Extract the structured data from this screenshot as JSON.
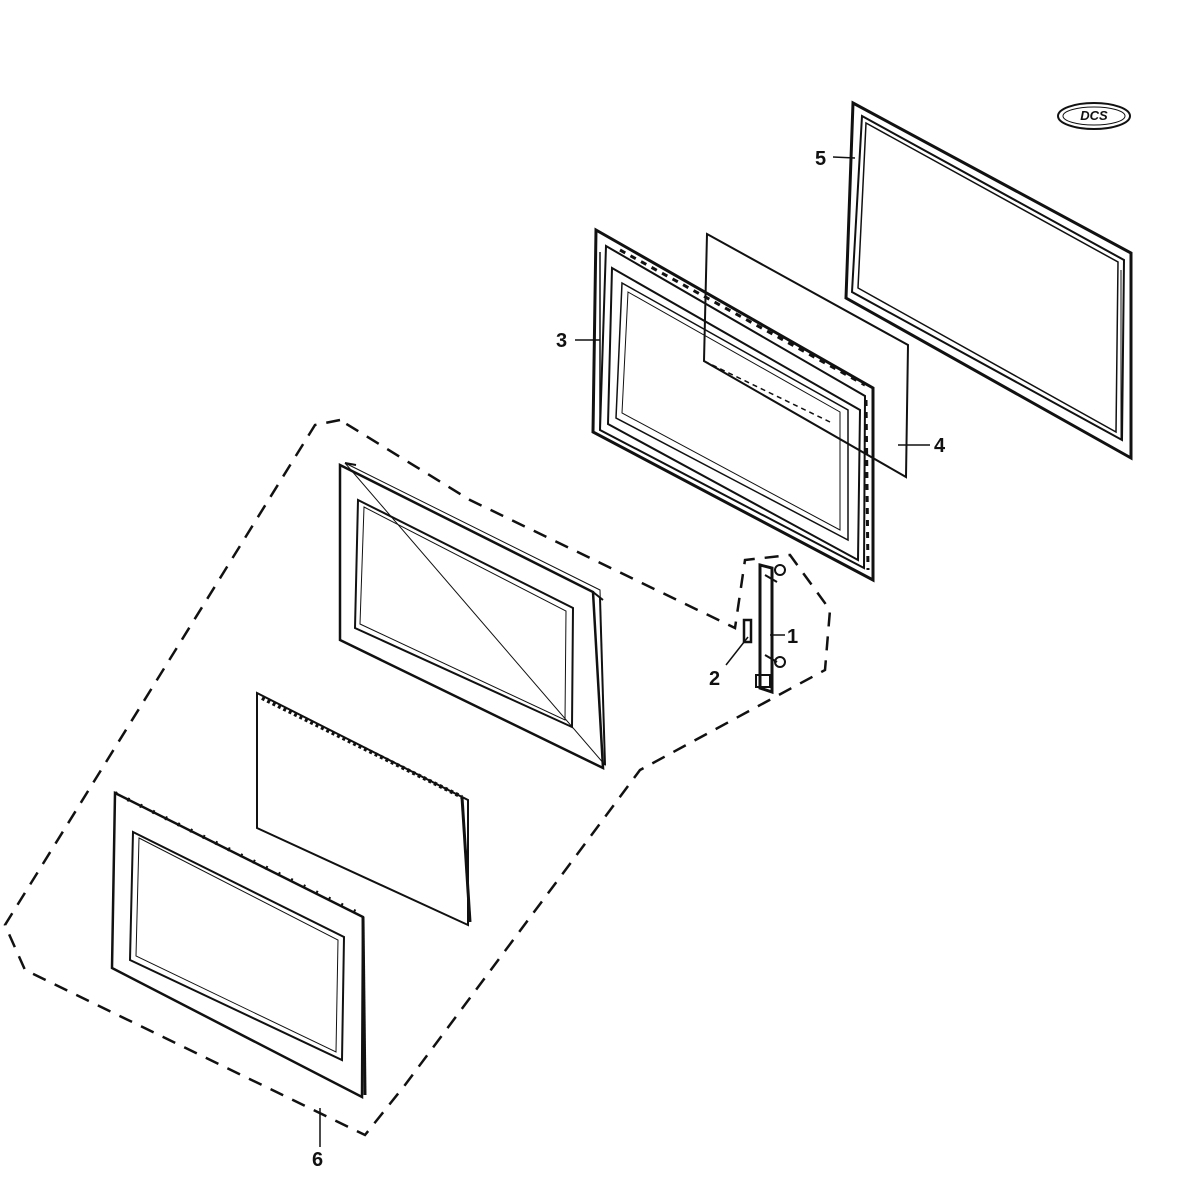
{
  "callouts": [
    {
      "id": "1",
      "label": "1"
    },
    {
      "id": "2",
      "label": "2"
    },
    {
      "id": "3",
      "label": "3"
    },
    {
      "id": "4",
      "label": "4"
    },
    {
      "id": "5",
      "label": "5"
    },
    {
      "id": "6",
      "label": "6"
    }
  ],
  "logo": {
    "text": "DCS"
  },
  "colors": {
    "line": "#111111",
    "background": "#ffffff"
  }
}
